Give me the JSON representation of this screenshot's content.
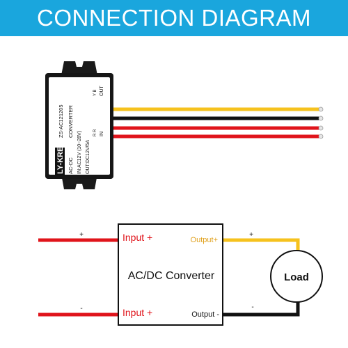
{
  "banner": {
    "title": "CONNECTION DIAGRAM"
  },
  "product": {
    "brand": "LY-KREE",
    "model": "ZS-AC121205",
    "type_line1": "AC-DC",
    "type_line2": "CONVERTER",
    "input_spec": "IN:AC12V (10~28V)",
    "output_spec": "OUT:DC12V/5A",
    "in_label": "IN",
    "in_polarity": "R  R",
    "out_label": "OUT",
    "out_polarity": "Y  B"
  },
  "schematic": {
    "converter_label": "AC/DC Converter",
    "input_top": "Input +",
    "input_bottom": "Input +",
    "output_top": "Output+",
    "output_bottom": "Output -",
    "load_label": "Load",
    "plus_left": "+",
    "minus_left": "-",
    "plus_right": "+",
    "minus_right": "-"
  },
  "colors": {
    "banner": "#1aa6dd",
    "wire_red": "#e0141b",
    "wire_yellow": "#f6c21d",
    "wire_black": "#111111",
    "input_text": "#e0141b",
    "output_text": "#e0a01a"
  }
}
